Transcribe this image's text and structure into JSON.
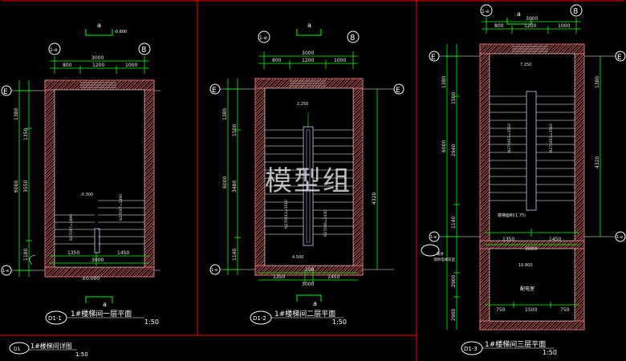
{
  "colors": {
    "background": "#000000",
    "dimension": "#00ff00",
    "axis": "#ffffff",
    "wall_hatch": "#ff8080",
    "frame": "#ff0000",
    "stair": "#ffffff",
    "handrail": "#c8c8ff"
  },
  "watermark": "模型组",
  "axes": {
    "a_label": "a",
    "e_label": "E",
    "one_e": "1-e",
    "eight": "8"
  },
  "plan1": {
    "tag": "D1-1",
    "title": "1#楼梯间一层平面",
    "scale": "1:50",
    "top_dims": [
      "800",
      "1200",
      "1000",
      "3000"
    ],
    "left_dims": [
      "1380",
      "1350",
      "6000",
      "3550",
      "1180"
    ],
    "level_top": "-0.600",
    "level_mid": "-0.300",
    "level_bot": "±0.000",
    "bottom_dims": [
      "1350",
      "1450",
      "3000"
    ],
    "stair_note_1": "N270X7=1890",
    "stair_note_2": "N270X7=1890"
  },
  "plan2": {
    "tag": "D1-2",
    "title": "1#楼梯间二层平面",
    "scale": "1:50",
    "top_dims": [
      "800",
      "1200",
      "1000",
      "3000"
    ],
    "left_dims": [
      "1380",
      "1500",
      "6000",
      "3480",
      "1140"
    ],
    "level_top": "2.250",
    "level_mid": "4.500",
    "right_dim": "4320",
    "bottom_dims": [
      "1350",
      "100",
      "1450",
      "3000"
    ],
    "stair_note_1": "N270X13=3510",
    "stair_note_2": "N270X9=2430"
  },
  "plan3": {
    "tag": "D1-3",
    "title": "1#楼梯间三层平面",
    "scale": "1:50",
    "top_dims": [
      "800",
      "1200",
      "1000",
      "3000"
    ],
    "left_dims": [
      "1380",
      "1500",
      "6000",
      "2940",
      "1140",
      "2900",
      "2900"
    ],
    "level_top": "7.250",
    "level_mid": "10.800",
    "landing_note": "楼梯面积(1.75)",
    "right_dims": [
      "1380",
      "4320"
    ],
    "bottom_dims": [
      "1350",
      "1450",
      "3000"
    ],
    "room_label": "配电室",
    "room_dims": [
      "750",
      "1500",
      "750"
    ],
    "stair_note_1": "N270X13=3510",
    "stair_note_2": "N270X13=3510",
    "side_note_1": "暖井",
    "side_note_2": "消防电梯前室"
  },
  "detail": {
    "tag": "D1",
    "title": "1#楼梯间详图",
    "scale": "1:50"
  }
}
